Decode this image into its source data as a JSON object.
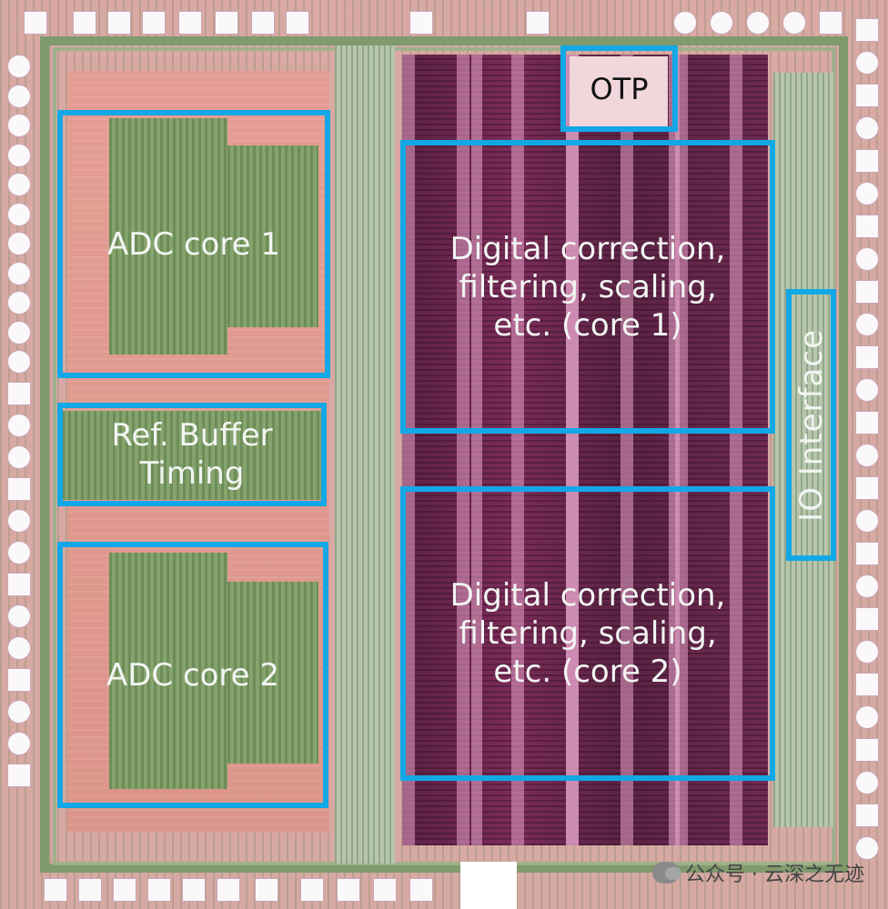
{
  "blocks": {
    "adc_core_1": "ADC core 1",
    "ref_buffer_line1": "Ref. Buffer",
    "ref_buffer_line2": "Timing",
    "adc_core_2": "ADC core 2",
    "otp": "OTP",
    "digital_1_lines": [
      "Digital correction,",
      "filtering, scaling,",
      "etc. (core 1)"
    ],
    "digital_2_lines": [
      "Digital correction,",
      "filtering, scaling,",
      "etc. (core 2)"
    ],
    "io_interface": "IO Interface"
  },
  "watermark": "公众号 · 云深之无迹",
  "colors": {
    "highlight_box": "#12a8e6",
    "analog_green": "#6d8d58",
    "digital_purple": "#5d2145"
  }
}
